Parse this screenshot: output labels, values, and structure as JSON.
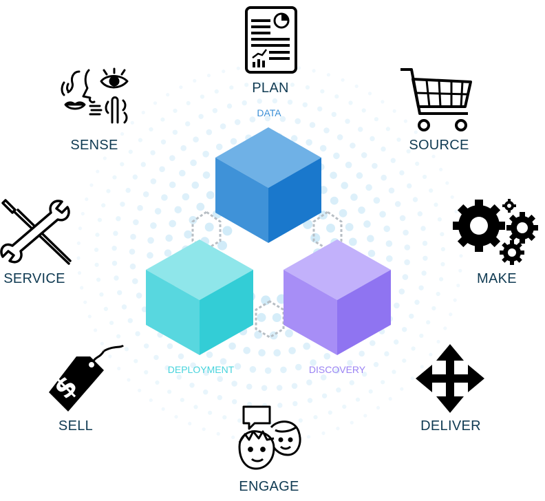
{
  "nodes": {
    "plan": "PLAN",
    "source": "SOURCE",
    "make": "MAKE",
    "deliver": "DELIVER",
    "engage": "ENGAGE",
    "sell": "SELL",
    "service": "SERVICE",
    "sense": "SENSE"
  },
  "cubes": {
    "data": {
      "label": "DATA",
      "color": "#3b8fd6"
    },
    "deployment": {
      "label": "DEPLOYMENT",
      "color": "#46d3dc"
    },
    "discovery": {
      "label": "DISCOVERY",
      "color": "#9a82f3"
    }
  },
  "colors": {
    "label_text": "#0f3a52",
    "halo_dots": "#cfeaf8",
    "icon": "#000000"
  }
}
